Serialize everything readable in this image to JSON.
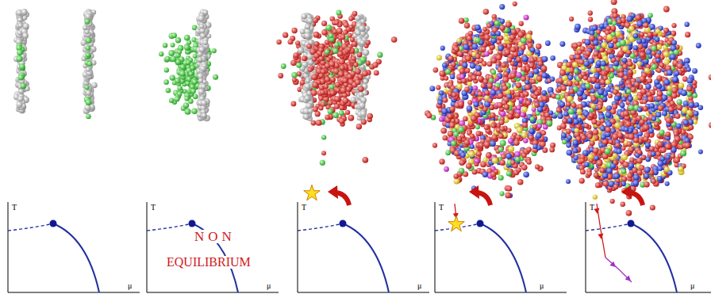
{
  "diagram": {
    "labels": [
      "T",
      "μ",
      "T",
      "NON",
      "EQUILIBRIUM",
      "μ",
      "T",
      "μ",
      "T",
      "μ",
      "T",
      "μ"
    ]
  }
}
